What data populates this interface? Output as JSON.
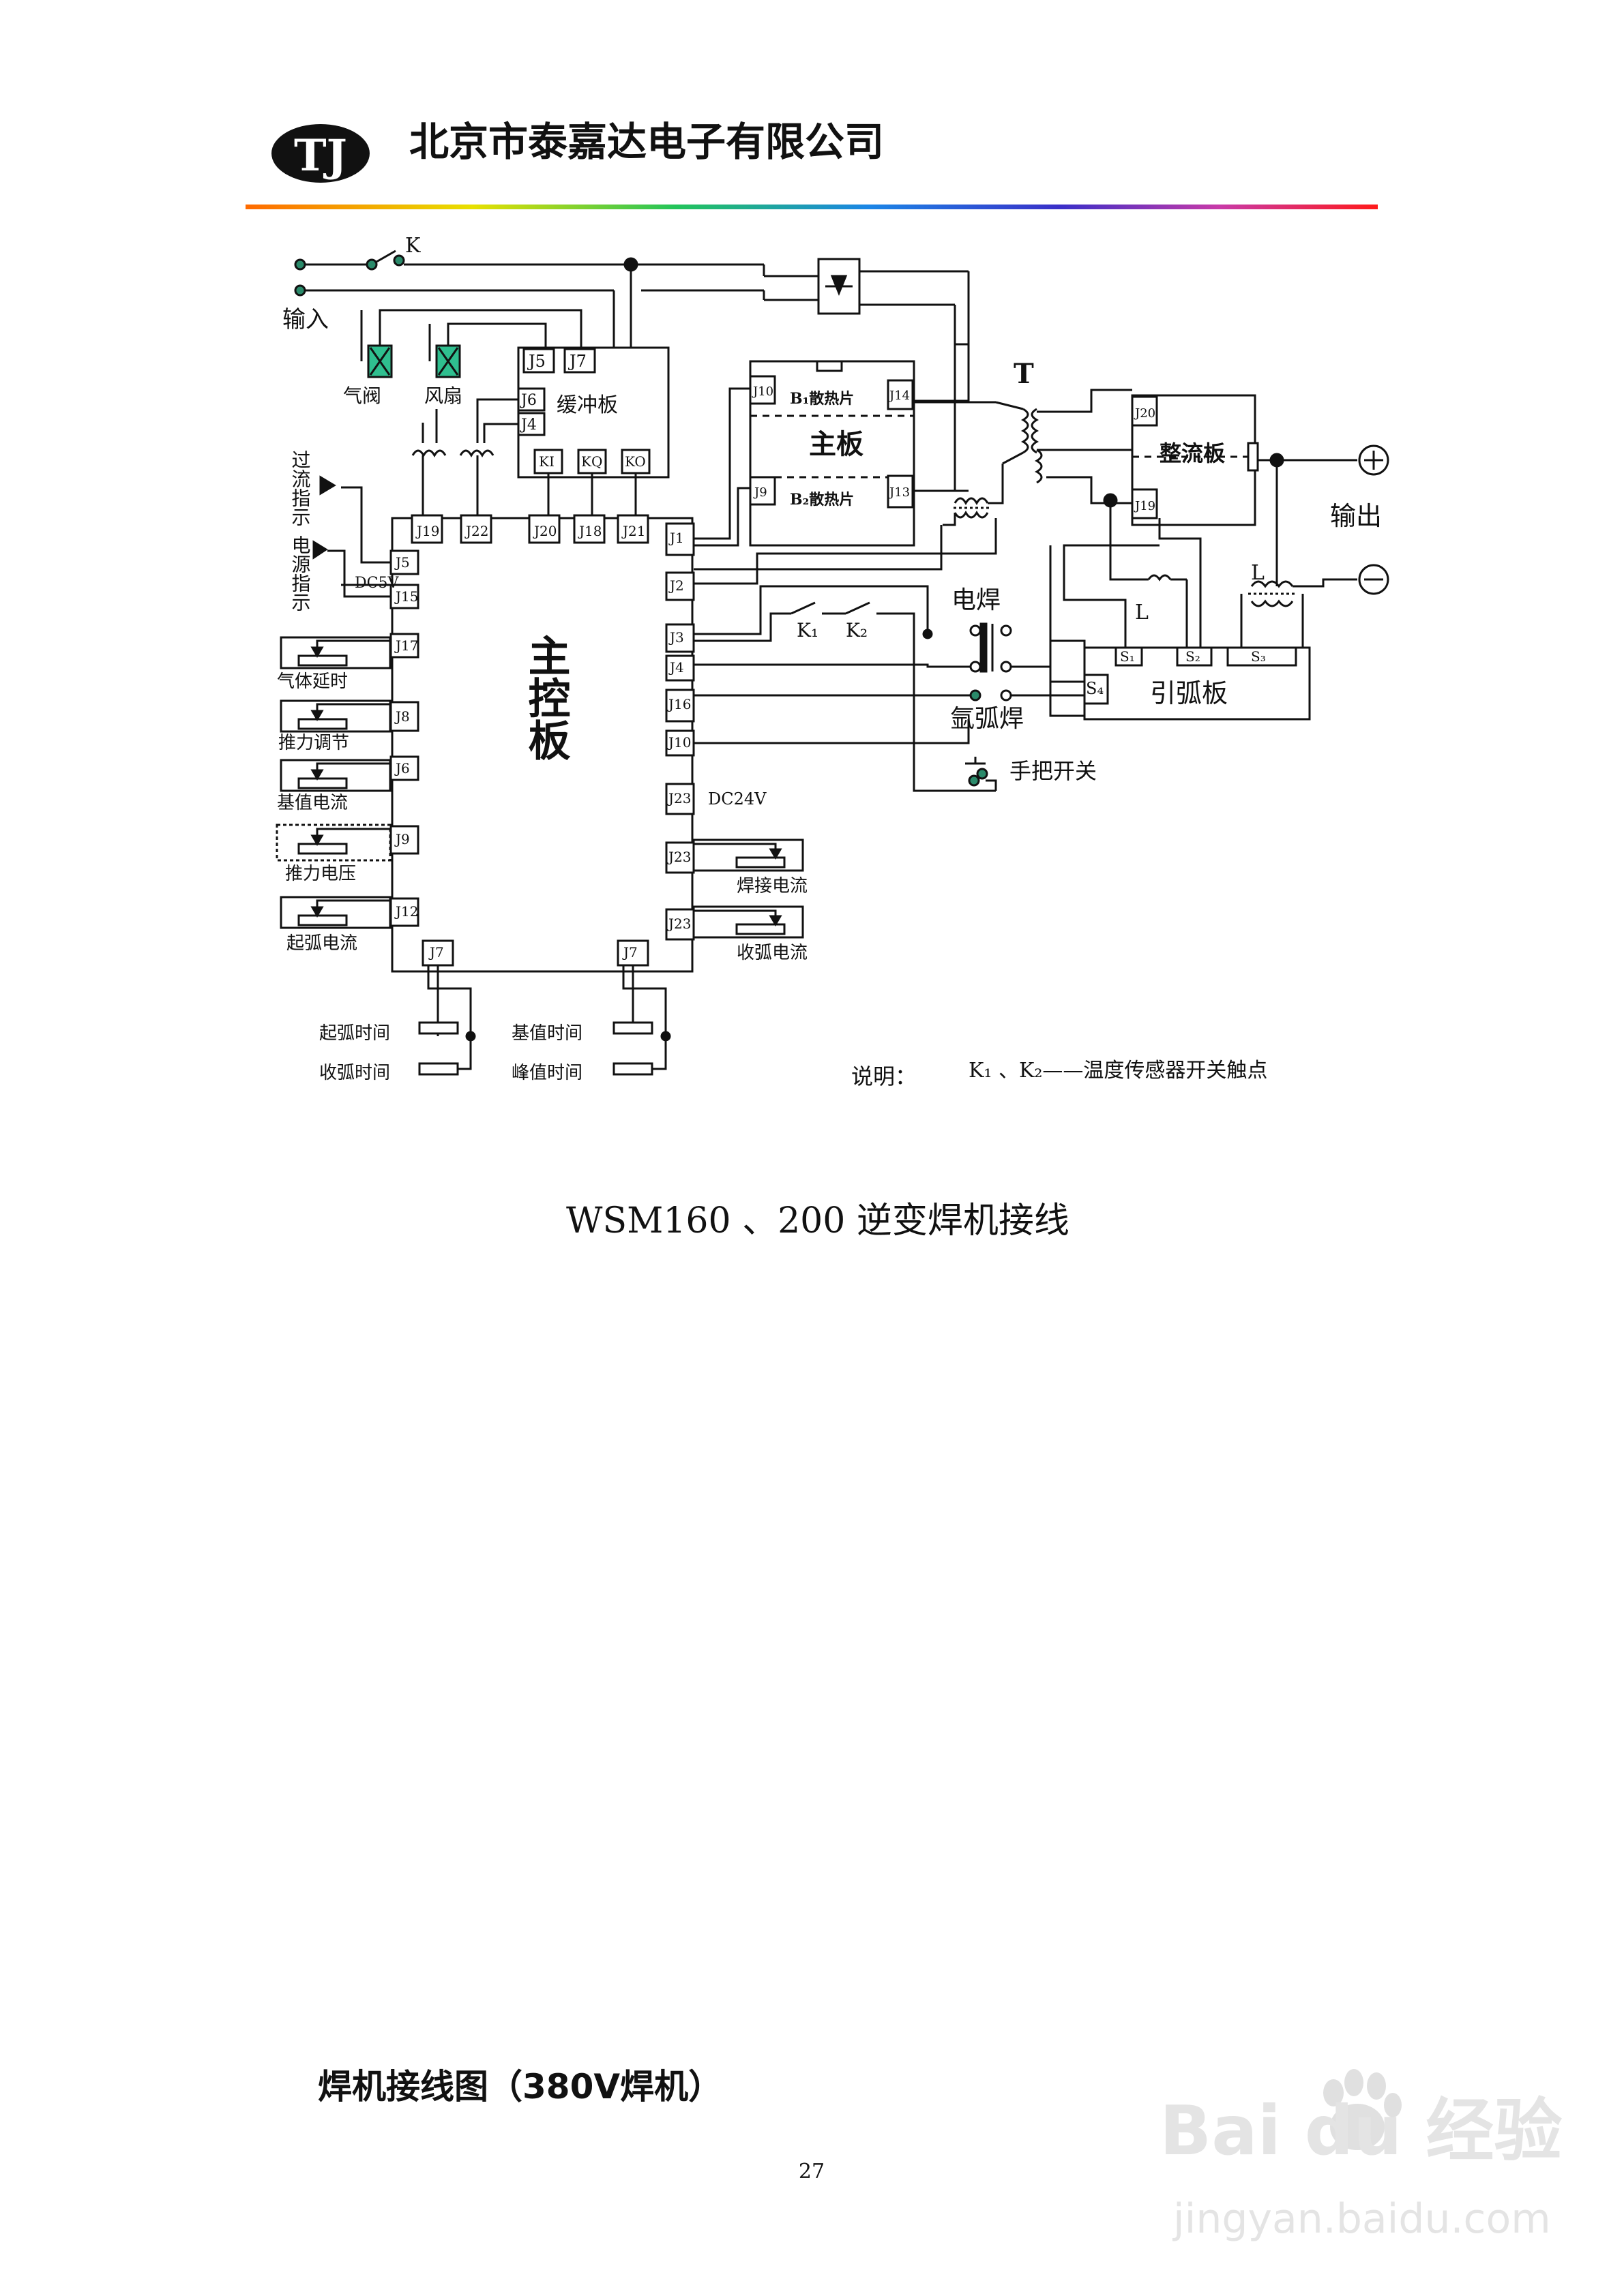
{
  "header": {
    "company": "北京市泰嘉达电子有限公司",
    "logo_text": "TJ"
  },
  "diagram": {
    "input_label": "输入",
    "switch_k": "K",
    "gas_valve": "气阀",
    "fan": "风扇",
    "buffer_board": "缓冲板",
    "buffer_j5": "J5",
    "buffer_j7": "J7",
    "buffer_j6": "J6",
    "buffer_j4": "J4",
    "relay_ki": "KI",
    "relay_kq": "KQ",
    "relay_ko": "KO",
    "overcurrent_ind": "过流指示",
    "power_ind": "电源指示",
    "dc5v": "DC5V",
    "main_control_board": "主控板",
    "main_board": "主板",
    "heatsink_b1": "B₁散热片",
    "heatsink_b2": "B₂散热片",
    "transformer_t": "T",
    "rectifier_board": "整流板",
    "output_label": "输出",
    "plus_sign": "+",
    "minus_sign": "−",
    "electric_weld": "电焊",
    "argon_weld": "氩弧焊",
    "k1": "K₁",
    "k2": "K₂",
    "arc_board": "引弧板",
    "inductor_l": "L",
    "inductor_l2": "L",
    "s1": "S₁",
    "s2": "S₂",
    "s3": "S₃",
    "s4": "S₄",
    "handle_switch": "手把开关",
    "dc24v": "DC24V",
    "gas_delay": "气体延时",
    "thrust_adjust": "推力调节",
    "base_current": "基值电流",
    "thrust_voltage": "推力电压",
    "start_arc_current": "起弧电流",
    "weld_current": "焊接电流",
    "close_arc_current": "收弧电流",
    "start_arc_time": "起弧时间",
    "close_arc_time": "收弧时间",
    "base_time": "基值时间",
    "peak_time": "峰值时间",
    "note_label": "说明：",
    "note_text": "K₁ 、K₂——温度传感器开关触点",
    "connectors": {
      "j19": "J19",
      "j22": "J22",
      "j20": "J20",
      "j18": "J18",
      "j21": "J21",
      "j5": "J5",
      "j15": "J15",
      "j17": "J17",
      "j8": "J8",
      "j6": "J6",
      "j9": "J9",
      "j12": "J12",
      "j1": "J1",
      "j2": "J2",
      "j3": "J3",
      "j4": "J4",
      "j16": "J16",
      "j10": "J10",
      "j23a": "J23",
      "j23b": "J23",
      "j23c": "J23",
      "j7a": "J7",
      "j7b": "J7",
      "j10m": "J10",
      "j9m": "J9",
      "j14m": "J14",
      "j13m": "J13",
      "j20r": "J20",
      "j19r": "J19"
    }
  },
  "caption": "WSM160 、200  逆变焊机接线",
  "section_heading": "焊机接线图（380V焊机）",
  "page_number": "27",
  "watermark": {
    "brand": "Bai du 经验",
    "url": "jingyan.baidu.com"
  }
}
